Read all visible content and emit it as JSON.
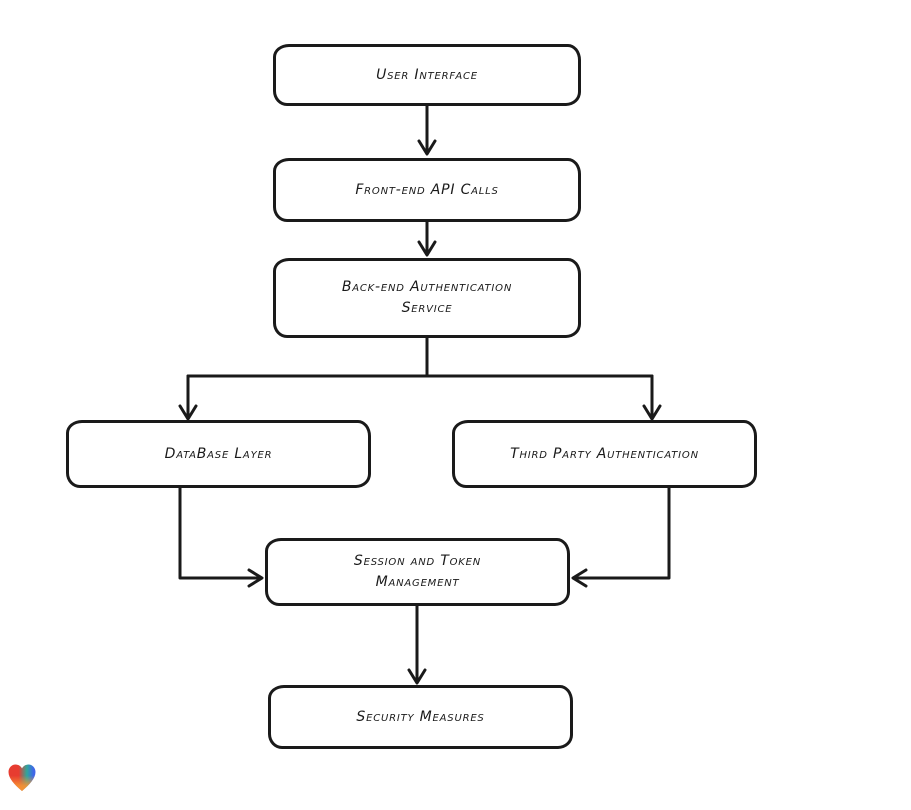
{
  "canvas": {
    "background_color": "#ffffff",
    "stroke_color": "#1a1a1a",
    "node_fill_color": "#ffffff"
  },
  "nodes": [
    {
      "id": "user-interface",
      "label": "User Interface"
    },
    {
      "id": "front-end-api-calls",
      "label": "Front-end API Calls"
    },
    {
      "id": "back-end-authentication-service",
      "label": "Back-end Authentication\nService"
    },
    {
      "id": "database-layer",
      "label": "DataBase Layer"
    },
    {
      "id": "third-party-authentication",
      "label": "Third Party Authentication"
    },
    {
      "id": "session-and-token-management",
      "label": "Session and Token\nManagement"
    },
    {
      "id": "security-measures",
      "label": "Security Measures"
    }
  ],
  "edges": [
    {
      "from": "user-interface",
      "to": "front-end-api-calls"
    },
    {
      "from": "front-end-api-calls",
      "to": "back-end-authentication-service"
    },
    {
      "from": "back-end-authentication-service",
      "to": "database-layer"
    },
    {
      "from": "back-end-authentication-service",
      "to": "third-party-authentication"
    },
    {
      "from": "database-layer",
      "to": "session-and-token-management"
    },
    {
      "from": "third-party-authentication",
      "to": "session-and-token-management"
    },
    {
      "from": "session-and-token-management",
      "to": "security-measures"
    }
  ],
  "logo": {
    "name": "gradient-heart",
    "colors": [
      "#e73c30",
      "#2fa79b",
      "#3f68e8",
      "#f79433"
    ]
  }
}
